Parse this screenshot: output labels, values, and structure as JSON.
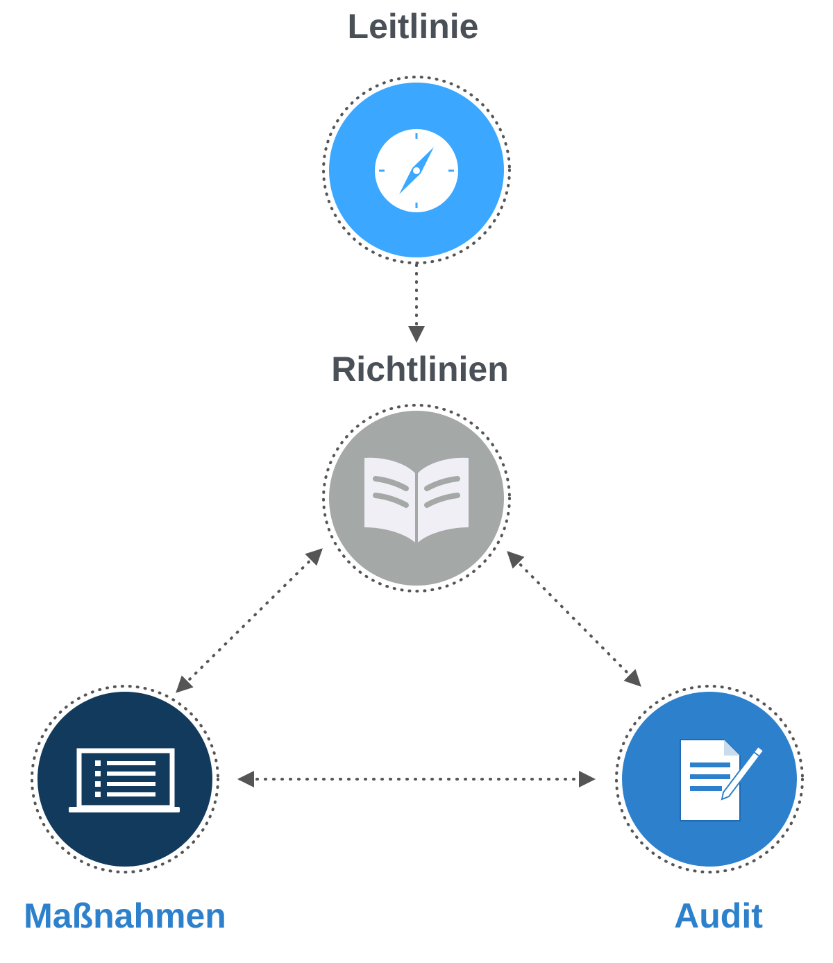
{
  "nodes": {
    "leitlinie": {
      "label": "Leitlinie",
      "icon": "compass-icon",
      "color": "#3ba7ff"
    },
    "richtlinien": {
      "label": "Richtlinien",
      "icon": "open-book-icon",
      "color": "#a4a8a7"
    },
    "massnahmen": {
      "label": "Maßnahmen",
      "icon": "laptop-list-icon",
      "color": "#123a5c"
    },
    "audit": {
      "label": "Audit",
      "icon": "document-pencil-icon",
      "color": "#2d81cc"
    }
  },
  "colors": {
    "label_dark": "#4a5058",
    "label_blue": "#2d81cc",
    "connector": "#555555",
    "ring_dots": "#555555"
  }
}
